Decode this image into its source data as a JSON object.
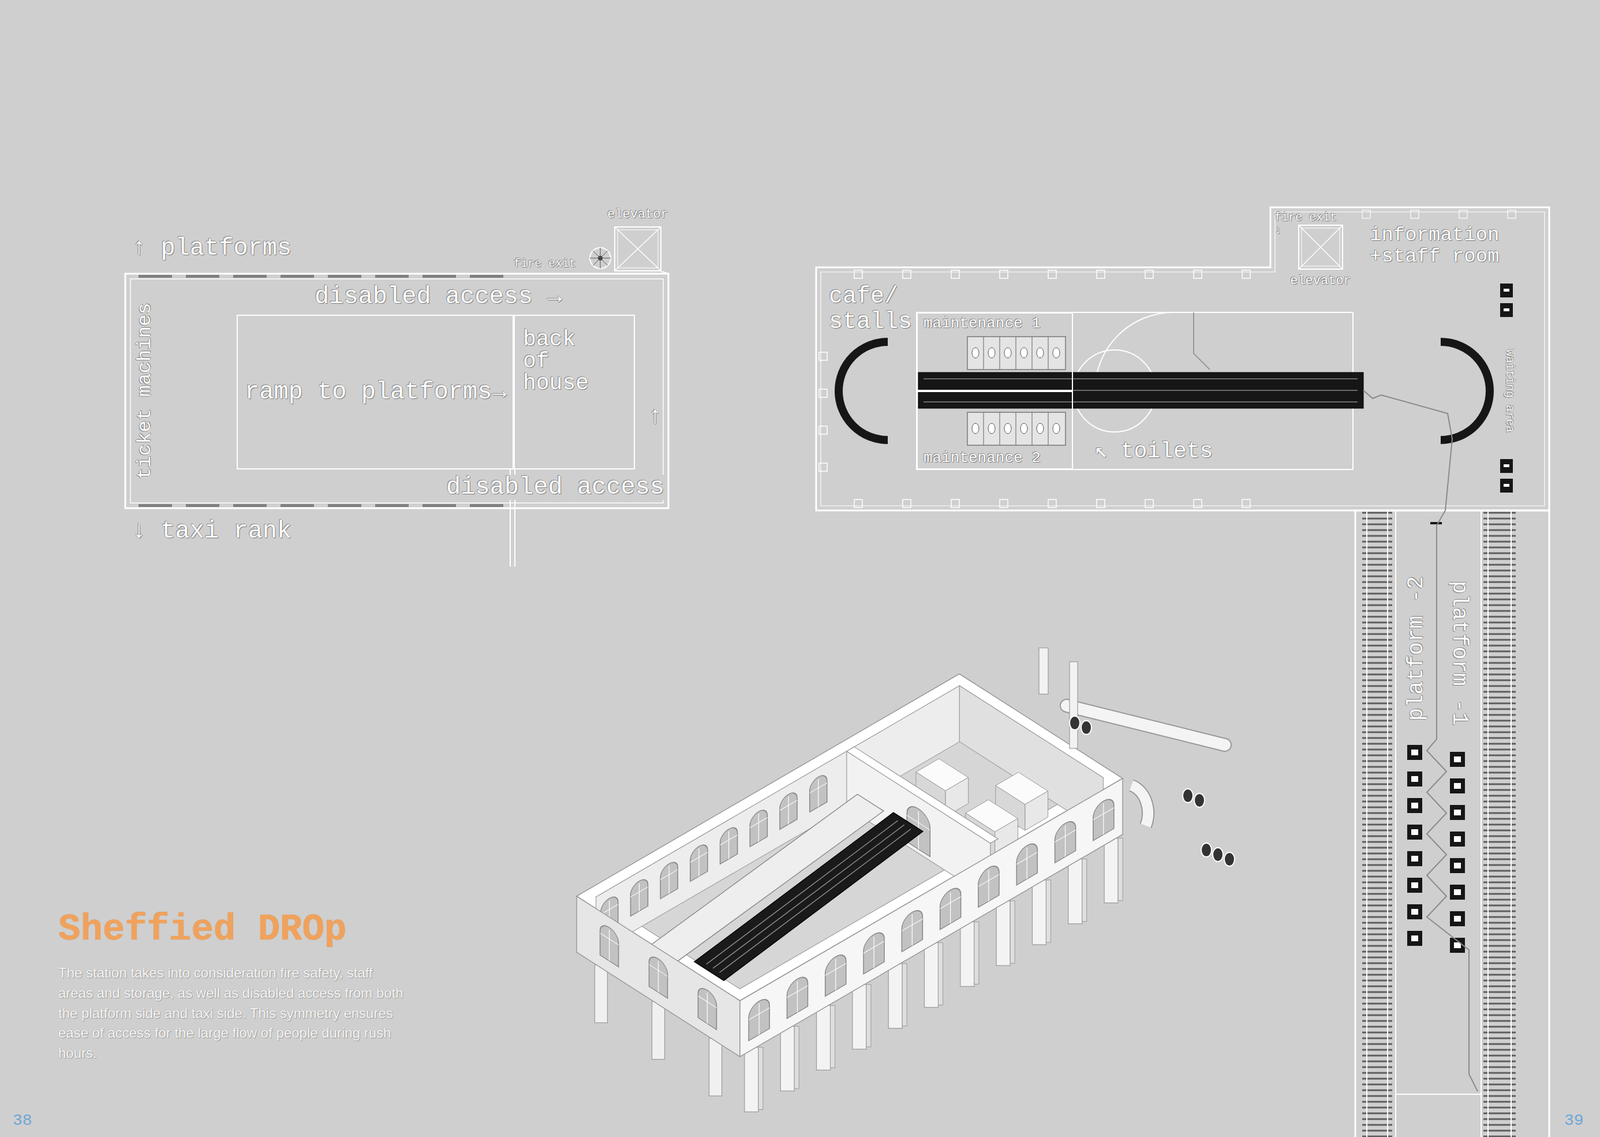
{
  "diagram": {
    "title": "Sheffied DROp",
    "caption": "The station takes into consideration fire safety, staff areas and storage, as well as disabled access from both the platform side and taxi side. This symmetry ensures ease of access for the large flow of people during rush hours.",
    "nodes": [
      {
        "text": [
          "ramp to platforms→"
        ]
      },
      {
        "text": [
          "back of house"
        ]
      },
      {
        "text": [
          "elevator"
        ]
      },
      {
        "text": [
          "maintenance 1"
        ]
      },
      {
        "text": [
          "maintenance 2"
        ]
      },
      {
        "text": [
          "elevator"
        ]
      }
    ],
    "labels": [
      "↑ platforms",
      "disabled access →",
      "ticket machines",
      "disabled access",
      "↑",
      "↓ taxi rank",
      "fire exit",
      "cafe/ stalls",
      "↖ toilets",
      "information +staff room",
      "fire exit ↓",
      "waiting area",
      "platform -2",
      "platform -1",
      "38",
      "39"
    ]
  }
}
